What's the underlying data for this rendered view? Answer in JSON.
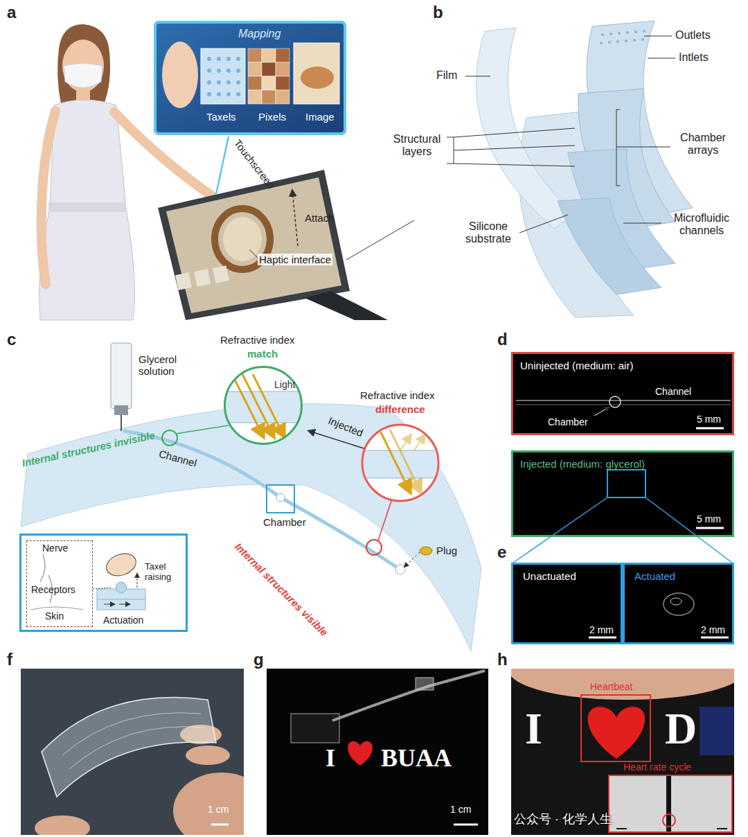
{
  "diagram": {
    "nodes": [
      {
        "text": [
          "Mapping",
          "Taxels",
          "Pixels",
          "Image"
        ]
      },
      {
        "text": [
          "Light"
        ]
      },
      {
        "text": [
          "Taxel raising",
          "Actuation"
        ]
      },
      {
        "text": [
          "Nerve",
          "Receptors",
          "Skin"
        ],
        "in": 2
      },
      {
        "text": [
          "Uninjected (medium: air)",
          "Chamber",
          "Channel",
          "5 mm"
        ]
      },
      {
        "text": [
          "Injected (medium: glycerol)",
          "5 mm"
        ]
      },
      {
        "text": [
          "Unactuated",
          "2 mm"
        ]
      },
      {
        "text": [
          "Actuated",
          "2 mm"
        ]
      },
      {
        "text": [
          "Heartbeat"
        ]
      },
      {
        "text": [
          "Heart rate cycle"
        ]
      }
    ],
    "labels": [
      "a",
      "Touchscreen",
      "Attach",
      "Haptic interface",
      "b",
      "Film",
      "Outlets",
      "Intlets",
      "Structural layers",
      "Chamber arrays",
      "Silicone substrate",
      "Microfluidic channels",
      "c",
      "Glycerol solution",
      "Refractive index",
      "match",
      "Refractive index",
      "difference",
      "Injected",
      "Channel",
      "Chamber",
      "Plug",
      "Internal structures invisible",
      "Internal structures visible",
      "d",
      "e",
      "f",
      "1 cm",
      "g",
      "I",
      "BUAA",
      "1 cm",
      "h",
      "I",
      "D",
      "公众号 · 化学人生"
    ]
  }
}
